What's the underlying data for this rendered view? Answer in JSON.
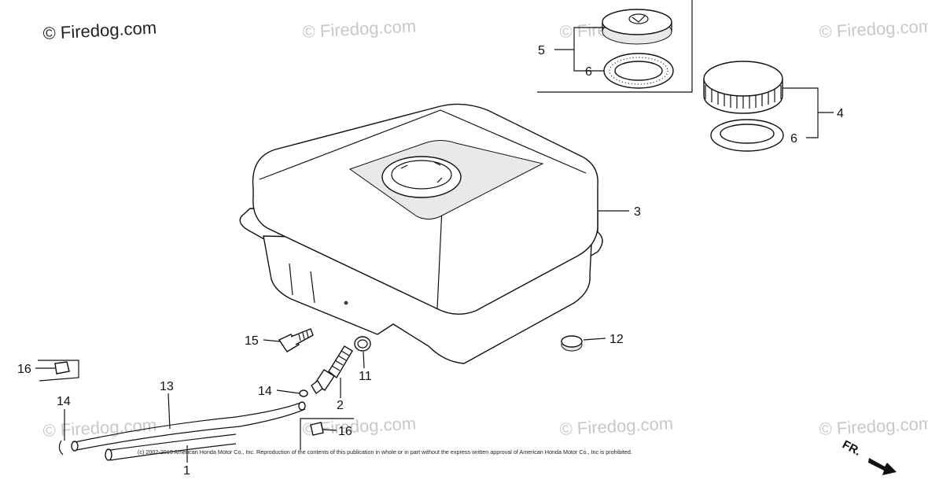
{
  "watermarks": {
    "primary": "© Firedog.com",
    "faint": "© Firedog.com"
  },
  "copyright": "(c) 2002-2013 American Honda Motor Co., Inc. Reproduction of the contents of this publication in whole or in part without the express written approval of American Honda Motor Co., Inc is prohibited.",
  "direction_label": "FR.",
  "callouts": {
    "c1": "1",
    "c2": "2",
    "c3": "3",
    "c4": "4",
    "c5": "5",
    "c6a": "6",
    "c6b": "6",
    "c11": "11",
    "c12": "12",
    "c13": "13",
    "c14a": "14",
    "c14b": "14",
    "c15": "15",
    "c16a": "16",
    "c16b": "16"
  }
}
